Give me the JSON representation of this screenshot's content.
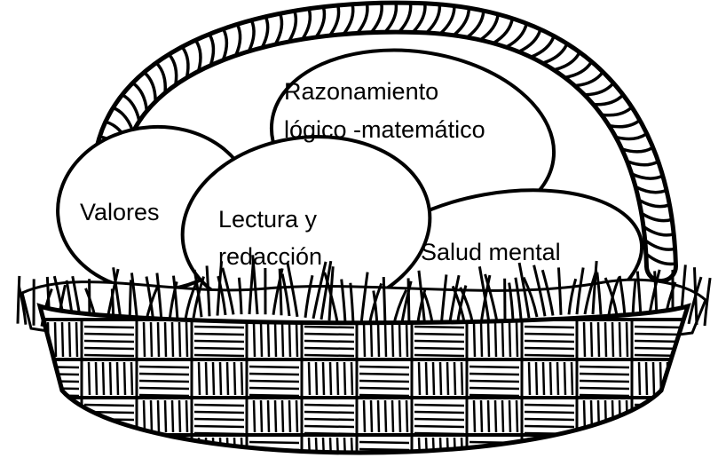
{
  "colors": {
    "ink": "#000000",
    "paper": "#ffffff"
  },
  "picture": "egg-basket-illustration",
  "eggs": [
    {
      "id": "valores",
      "lines": [
        "Valores"
      ]
    },
    {
      "id": "lectura",
      "lines": [
        "Lectura y",
        "redacción"
      ]
    },
    {
      "id": "razonamiento",
      "lines": [
        "Razonamiento",
        "lógico -matemático"
      ]
    },
    {
      "id": "salud",
      "lines": [
        "Salud mental"
      ]
    }
  ]
}
